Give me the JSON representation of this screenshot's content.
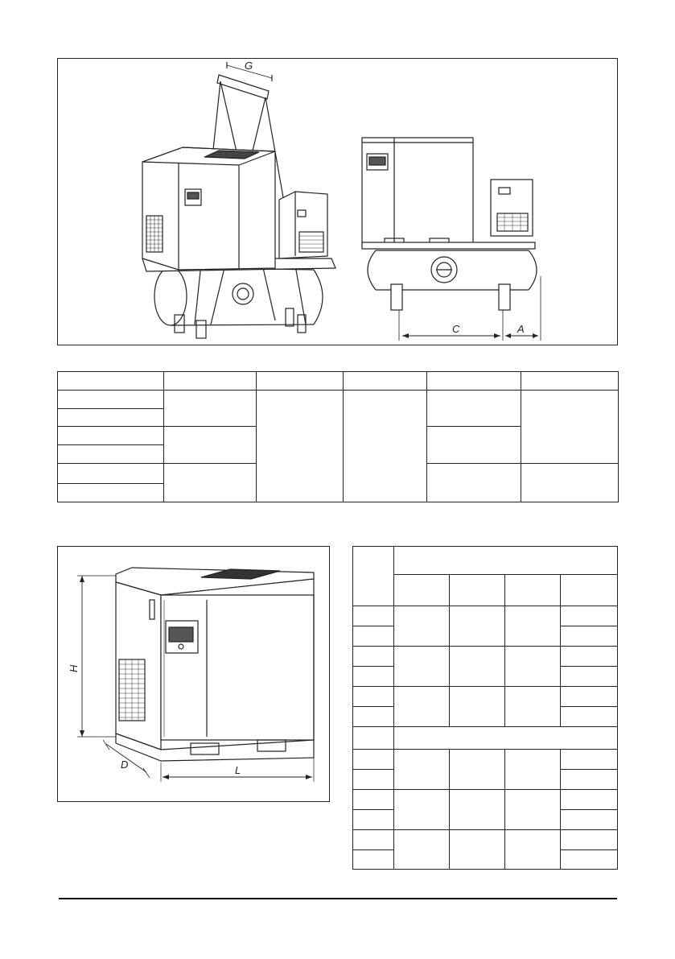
{
  "top_figure": {
    "dimension_labels": {
      "g": "G",
      "c": "C",
      "a": "A"
    }
  },
  "bottom_figure": {
    "dimension_labels": {
      "h": "H",
      "d": "D",
      "l": "L"
    }
  }
}
